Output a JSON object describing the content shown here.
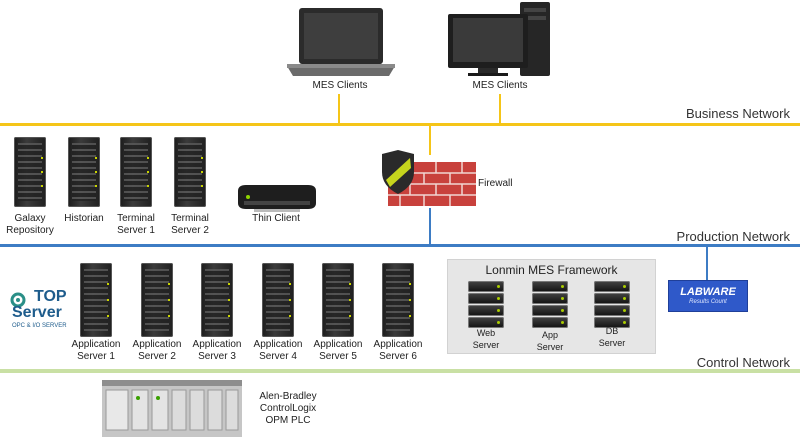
{
  "networks": {
    "business": "Business Network",
    "production": "Production Network",
    "control": "Control Network"
  },
  "clients": {
    "laptop": "MES Clients",
    "desktop": "MES Clients"
  },
  "firewall": "Firewall",
  "thin_client": "Thin Client",
  "top_servers": [
    {
      "line1": "Galaxy",
      "line2": "Repository"
    },
    {
      "line1": "Historian",
      "line2": ""
    },
    {
      "line1": "Terminal",
      "line2": "Server 1"
    },
    {
      "line1": "Terminal",
      "line2": "Server 2"
    }
  ],
  "app_servers": [
    {
      "line1": "Application",
      "line2": "Server 1"
    },
    {
      "line1": "Application",
      "line2": "Server 2"
    },
    {
      "line1": "Application",
      "line2": "Server 3"
    },
    {
      "line1": "Application",
      "line2": "Server 4"
    },
    {
      "line1": "Application",
      "line2": "Server 5"
    },
    {
      "line1": "Application",
      "line2": "Server 6"
    }
  ],
  "framework": {
    "title": "Lonmin MES Framework",
    "servers": [
      {
        "line1": "Web",
        "line2": "Server"
      },
      {
        "line1": "App",
        "line2": "Server"
      },
      {
        "line1": "DB",
        "line2": "Server"
      }
    ]
  },
  "top_server_logo": {
    "brand": "TOP",
    "brand2": "Server",
    "tagline": "OPC & I/O SERVER"
  },
  "labware_logo": {
    "brand": "LABWARE",
    "tagline": "Results Count"
  },
  "plc": {
    "line1": "Alen-Bradley",
    "line2": "ControlLogix",
    "line3": "OPM PLC"
  },
  "colors": {
    "business": "#f5c518",
    "production": "#3d7cc4",
    "control": "#c9e0a4"
  }
}
